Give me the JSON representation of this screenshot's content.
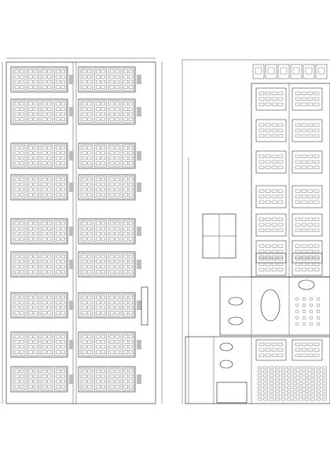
{
  "drawing": {
    "layout": "two-panel-floor-plan",
    "line_color": "#1a1a1a",
    "accent_color": "#4a4a4a",
    "background": "#ffffff",
    "left_plan": {
      "grid_cols": 4,
      "module_blocks": [
        "rows",
        "rows",
        "rows",
        "rows",
        "rows",
        "rows",
        "rows",
        "rows",
        "rows",
        "rows",
        "rows",
        "rows",
        "rows",
        "rows",
        "rows",
        "rows",
        "rows",
        "rows"
      ]
    },
    "right_plan": {
      "wing_blocks": 14,
      "amenity_block": true,
      "auditorium_seating": true
    }
  }
}
